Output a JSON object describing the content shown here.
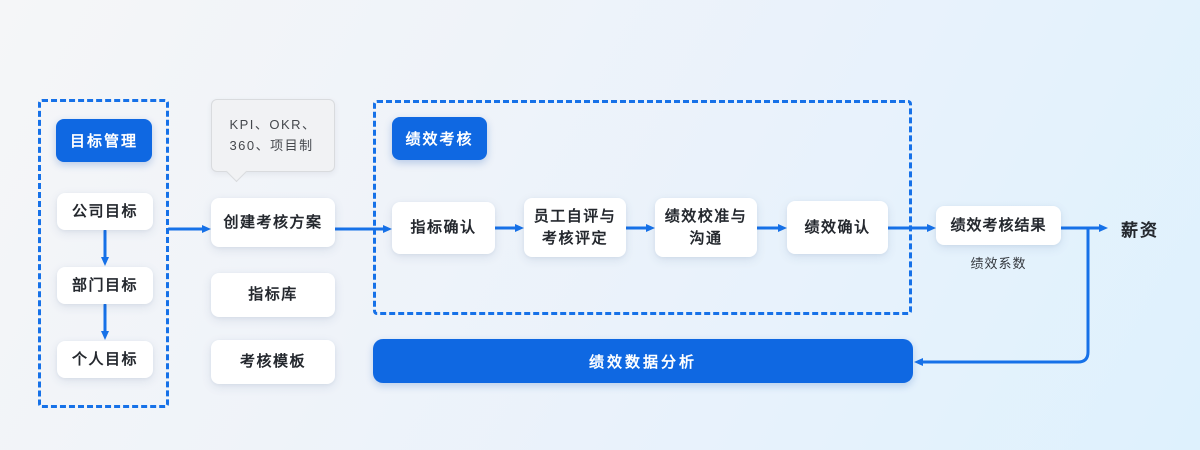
{
  "colors": {
    "accent_blue": "#0f68e2",
    "arrow_blue": "#1671e8",
    "node_bg": "#ffffff",
    "node_text": "#24282e",
    "tooltip_bg": "#f1f2f4",
    "tooltip_border": "#d9dbde",
    "background_start": "#f5f6f8",
    "background_end": "#def1fd"
  },
  "goal_group": {
    "label": "目标管理",
    "items": [
      {
        "label": "公司目标"
      },
      {
        "label": "部门目标"
      },
      {
        "label": "个人目标"
      }
    ]
  },
  "plan_column": {
    "tooltip": "KPI、OKR、\n360、项目制",
    "create_label": "创建考核方案",
    "library_label": "指标库",
    "template_label": "考核模板"
  },
  "assessment_group": {
    "label": "绩效考核",
    "steps": [
      {
        "label": "指标确认"
      },
      {
        "label": "员工自评与\n考核评定"
      },
      {
        "label": "绩效校准与\n沟通"
      },
      {
        "label": "绩效确认"
      }
    ]
  },
  "result": {
    "label": "绩效考核结果",
    "sub_label": "绩效系数"
  },
  "salary_label": "薪资",
  "analysis_bar_label": "绩效数据分析"
}
